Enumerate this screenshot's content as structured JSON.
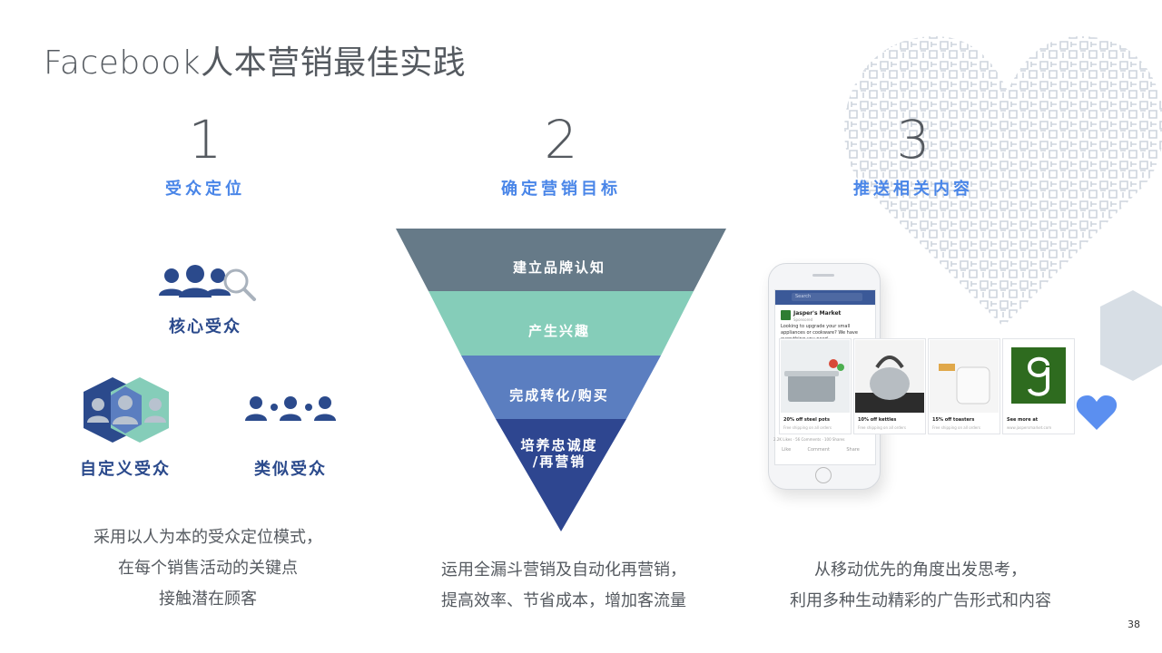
{
  "title": "Facebook人本营销最佳实践",
  "page_number": "38",
  "steps": [
    {
      "number": "1",
      "label": "受众定位"
    },
    {
      "number": "2",
      "label": "确定营销目标"
    },
    {
      "number": "3",
      "label": "推送相关内容"
    }
  ],
  "audiences": {
    "core": "核心受众",
    "custom": "自定义受众",
    "lookalike": "类似受众"
  },
  "funnel": [
    {
      "label": "建立品牌认知",
      "color": "#667a88"
    },
    {
      "label": "产生兴趣",
      "color": "#85cdb9"
    },
    {
      "label": "完成转化/购买",
      "color": "#5b7ec0"
    },
    {
      "label_line1": "培养忠诚度",
      "label_line2": "/再营销",
      "color": "#2e4690"
    }
  ],
  "descriptions": {
    "col1": [
      "采用以人为本的受众定位模式，",
      "在每个销售活动的关键点",
      "接触潜在顾客"
    ],
    "col2": [
      "运用全漏斗营销及自动化再营销，",
      "提高效率、节省成本，增加客流量"
    ],
    "col3": [
      "从移动优先的角度出发思考，",
      "利用多种生动精彩的广告形式和内容"
    ]
  },
  "phone_ad": {
    "search_placeholder": "Search",
    "page_name": "Jasper's Market",
    "sponsored": "Sponsored",
    "post_text": "Looking to upgrade your small appliances or cookware? We have everything you need.",
    "cards": [
      {
        "caption": "20% off steel pots",
        "sub": "Free shipping on all orders"
      },
      {
        "caption": "10% off kettles",
        "sub": "Free shipping on all orders"
      },
      {
        "caption": "15% off toasters",
        "sub": "Free shipping on all orders"
      },
      {
        "caption": "See more at",
        "sub": "www.jaspersmarket.com"
      }
    ],
    "social_line": "2.2K Likes · 56 Comments · 100 Shares",
    "actions": [
      "Like",
      "Comment",
      "Share"
    ]
  },
  "colors": {
    "accent": "#4a86e8",
    "navy": "#2b4a8c",
    "text": "#555a60",
    "heart": "#5b8ff0"
  }
}
